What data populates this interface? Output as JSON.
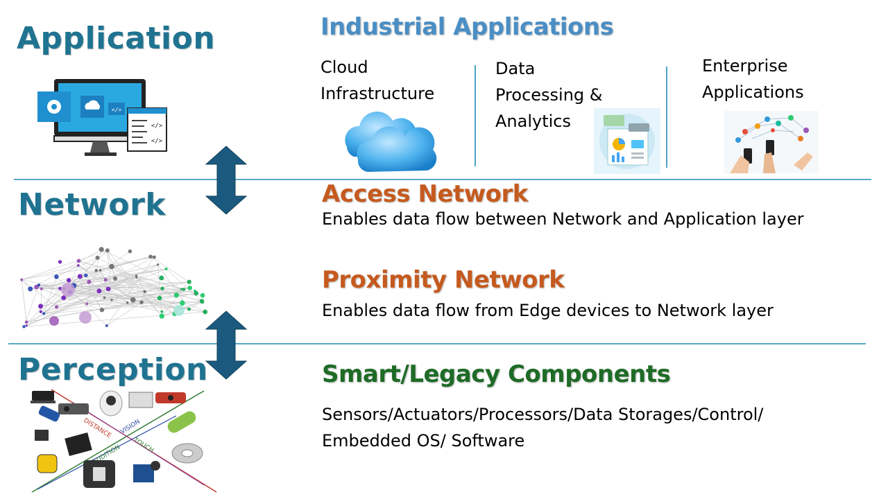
{
  "layers": {
    "application": "Application",
    "network": "Network",
    "perception": "Perception"
  },
  "industrial": {
    "title": "Industrial Applications",
    "col1": [
      "Cloud",
      "Infrastructure"
    ],
    "col2": [
      "Data",
      "Processing &",
      "Analytics"
    ],
    "col3": [
      "Enterprise",
      "Applications"
    ]
  },
  "access": {
    "title": "Access Network",
    "desc": "Enables data flow between Network and Application layer"
  },
  "proximity": {
    "title": "Proximity Network",
    "desc": "Enables data flow from Edge devices to Network layer"
  },
  "smart": {
    "title": "Smart/Legacy Components",
    "line1": "Sensors/Actuators/Processors/Data Storages/Control/",
    "line2": "Embedded OS/ Software"
  },
  "sense_labels": [
    "DISTANCE",
    "VISION",
    "TOUCH",
    "AUDITION"
  ],
  "colors": {
    "layer_title": "#1f7391",
    "industrial": "#4a8ec4",
    "network_heads": "#c55a1e",
    "smart": "#1e6b26",
    "arrow": "#1b5a7e",
    "divider": "#55a8c8"
  }
}
